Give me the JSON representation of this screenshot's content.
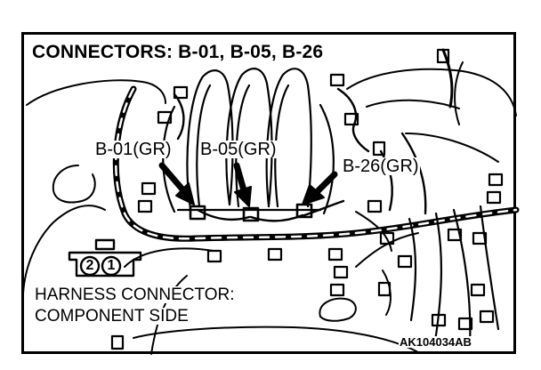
{
  "title": "CONNECTORS: B-01, B-05, B-26",
  "connectors": [
    {
      "id": "b01",
      "label": "B-01(GR)"
    },
    {
      "id": "b05",
      "label": "B-05(GR)"
    },
    {
      "id": "b26",
      "label": "B-26(GR)"
    }
  ],
  "harness_connector": {
    "line1": "HARNESS CONNECTOR:",
    "line2": "COMPONENT SIDE",
    "pins": [
      "2",
      "1"
    ]
  },
  "reference_code": "AK104034AB"
}
